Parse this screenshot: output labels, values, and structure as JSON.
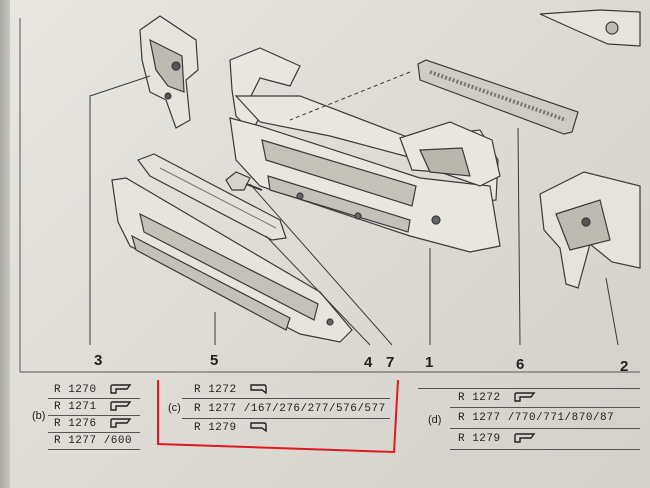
{
  "callouts": [
    "3",
    "5",
    "4",
    "7",
    "1",
    "6",
    "2"
  ],
  "groups": [
    {
      "variant": "(b)",
      "rows": [
        "R 1270",
        "R 1271",
        "R 1276",
        "R 1277 /600"
      ],
      "icons": [
        "bracket-icon",
        "bracket-icon",
        "bracket-icon",
        ""
      ]
    },
    {
      "variant": "(c)",
      "rows": [
        "R 1272",
        "R 1277 /167/276/277/576/577",
        "R 1279"
      ],
      "icons": [
        "bracket-icon",
        "",
        "bracket-icon"
      ]
    },
    {
      "variant": "(d)",
      "rows": [
        "R 1272",
        "R 1277 /770/771/870/87",
        "R 1279"
      ],
      "icons": [
        "bracket-icon",
        "",
        "bracket-icon"
      ]
    }
  ],
  "highlight_color": "#e0191f"
}
